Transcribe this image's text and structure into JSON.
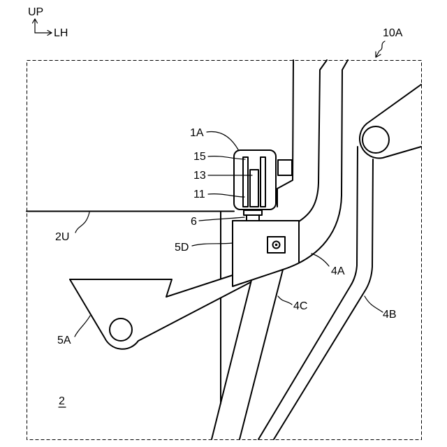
{
  "orientation": {
    "up": "UP",
    "lh": "LH"
  },
  "figure_reference": "10A",
  "labels": {
    "unit_1a": "1A",
    "part_15": "15",
    "part_13": "13",
    "part_11": "11",
    "part_6": "6",
    "surface_2u": "2U",
    "bracket_5d": "5D",
    "tube_4a": "4A",
    "tube_4c": "4C",
    "tube_4b": "4B",
    "arm_5a": "5A",
    "body_2": "2"
  },
  "colors": {
    "line": "#000000",
    "background": "#ffffff"
  }
}
